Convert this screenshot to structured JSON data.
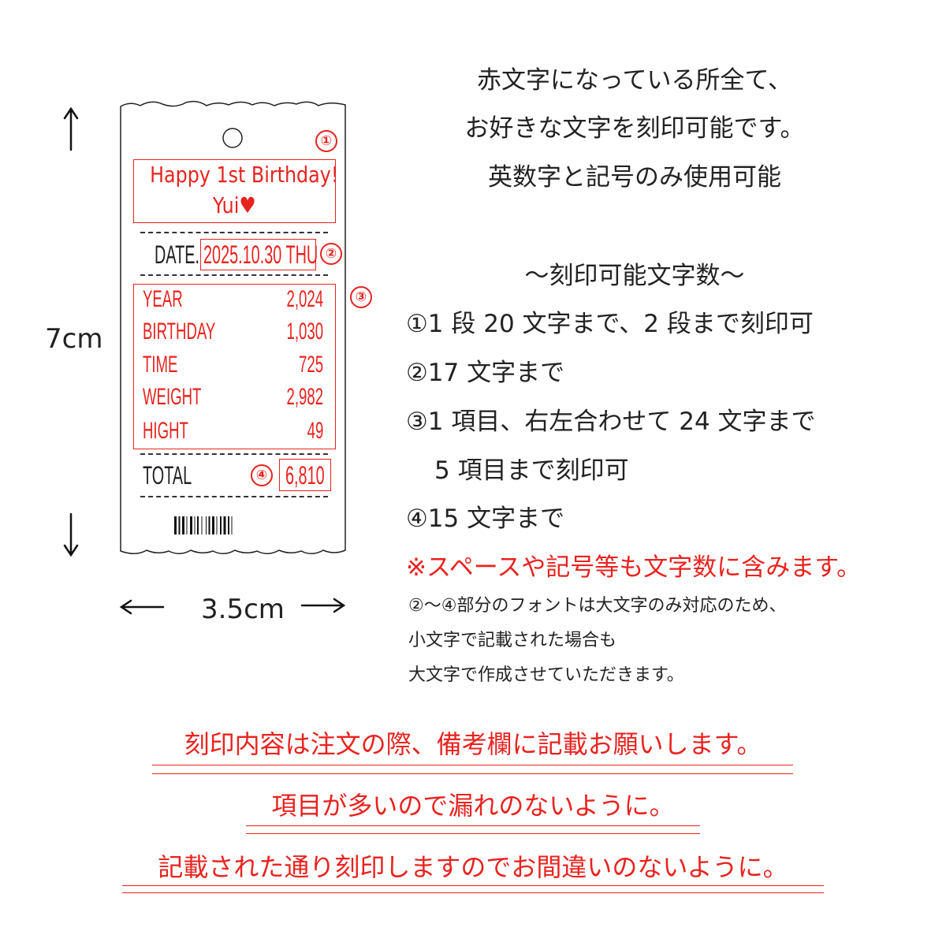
{
  "receipt": {
    "line1_text": "Happy 1st Birthday!",
    "line2_text": "Yui♥",
    "date_label": "DATE.",
    "date_value": "2025.10.30 THU",
    "items": [
      {
        "label": "YEAR",
        "value": "2,024"
      },
      {
        "label": "BIRTHDAY",
        "value": "1,030"
      },
      {
        "label": "TIME",
        "value": "725"
      },
      {
        "label": "WEIGHT",
        "value": "2,982"
      },
      {
        "label": "HIGHT",
        "value": "49"
      }
    ],
    "total_label": "TOTAL",
    "total_value": "6,810",
    "markers": [
      "①",
      "②",
      "③",
      "④"
    ]
  },
  "dimensions": {
    "height": "7cm",
    "width": "3.5cm"
  },
  "intro": [
    "赤文字になっている所全て、",
    "お好きな文字を刻印可能です。",
    "英数字と記号のみ使用可能"
  ],
  "limits_title": "～刻印可能文字数～",
  "limits": [
    "①1 段 20 文字まで、2 段まで刻印可",
    "②17 文字まで",
    "③1 項目、右左合わせて 24 文字まで",
    "5 項目まで刻印可",
    "④15 文字まで"
  ],
  "warning": "※スペースや記号等も文字数に含みます。",
  "notes": [
    "②～④部分のフォントは大文字のみ対応のため、",
    "小文字で記載された場合も",
    "大文字で作成させていただきます。"
  ],
  "bottom_notes": [
    "刻印内容は注文の際、備考欄に記載お願いします。",
    "項目が多いので漏れのないように。",
    "記載された通り刻印しますのでお間違いのないように。"
  ],
  "colors": {
    "accent": "#e8231f",
    "text": "#222222"
  }
}
